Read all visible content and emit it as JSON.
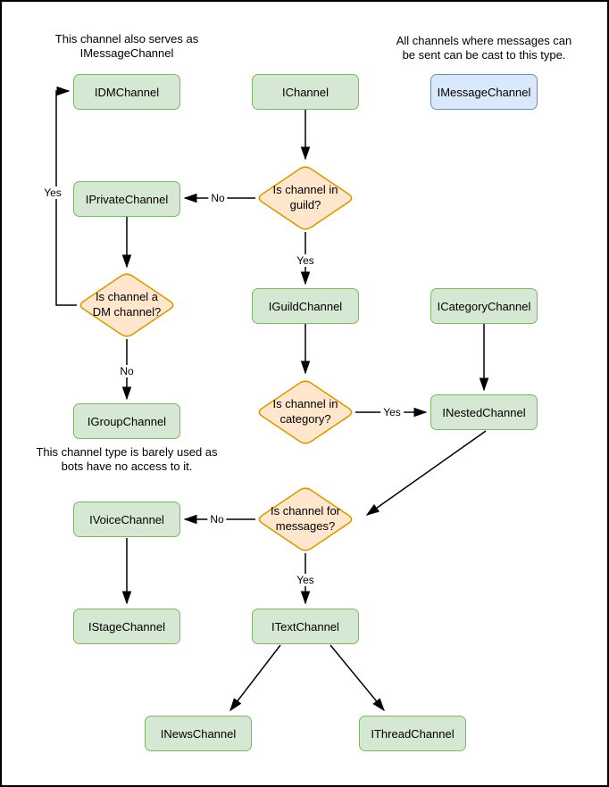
{
  "colors": {
    "node_fill": "#d5e8d4",
    "node_border": "#82b366",
    "highlight_fill": "#dae8fc",
    "highlight_border": "#6c8ebf",
    "decision_fill": "#ffe6cc",
    "decision_border": "#d79b00",
    "line": "#000000",
    "background": "#ffffff",
    "frame_border": "#000000"
  },
  "annotations": {
    "dm_note": "This channel also serves as\nIMessageChannel",
    "message_note": "All channels where messages can\nbe sent can be cast to this type.",
    "group_note": "This channel type is barely used as\nbots have no access to it."
  },
  "nodes": {
    "idmchannel": {
      "label": "IDMChannel"
    },
    "ichannel": {
      "label": "IChannel"
    },
    "imessagechannel": {
      "label": "IMessageChannel"
    },
    "iprivatechannel": {
      "label": "IPrivateChannel"
    },
    "iguildchannel": {
      "label": "IGuildChannel"
    },
    "icategorychannel": {
      "label": "ICategoryChannel"
    },
    "igroupchannel": {
      "label": "IGroupChannel"
    },
    "inestedchannel": {
      "label": "INestedChannel"
    },
    "ivoicechannel": {
      "label": "IVoiceChannel"
    },
    "istagechannel": {
      "label": "IStageChannel"
    },
    "itextchannel": {
      "label": "ITextChannel"
    },
    "inewschannel": {
      "label": "INewsChannel"
    },
    "ithreadchannel": {
      "label": "IThreadChannel"
    }
  },
  "decisions": {
    "in_guild": {
      "label": "Is channel in\nguild?"
    },
    "is_dm": {
      "label": "Is channel a\nDM channel?"
    },
    "in_category": {
      "label": "Is channel in\ncategory?"
    },
    "for_messages": {
      "label": "Is channel for\nmessages?"
    }
  },
  "edge_labels": {
    "guild_no": "No",
    "guild_yes": "Yes",
    "dm_yes": "Yes",
    "dm_no": "No",
    "category_yes": "Yes",
    "messages_no": "No",
    "messages_yes": "Yes"
  }
}
